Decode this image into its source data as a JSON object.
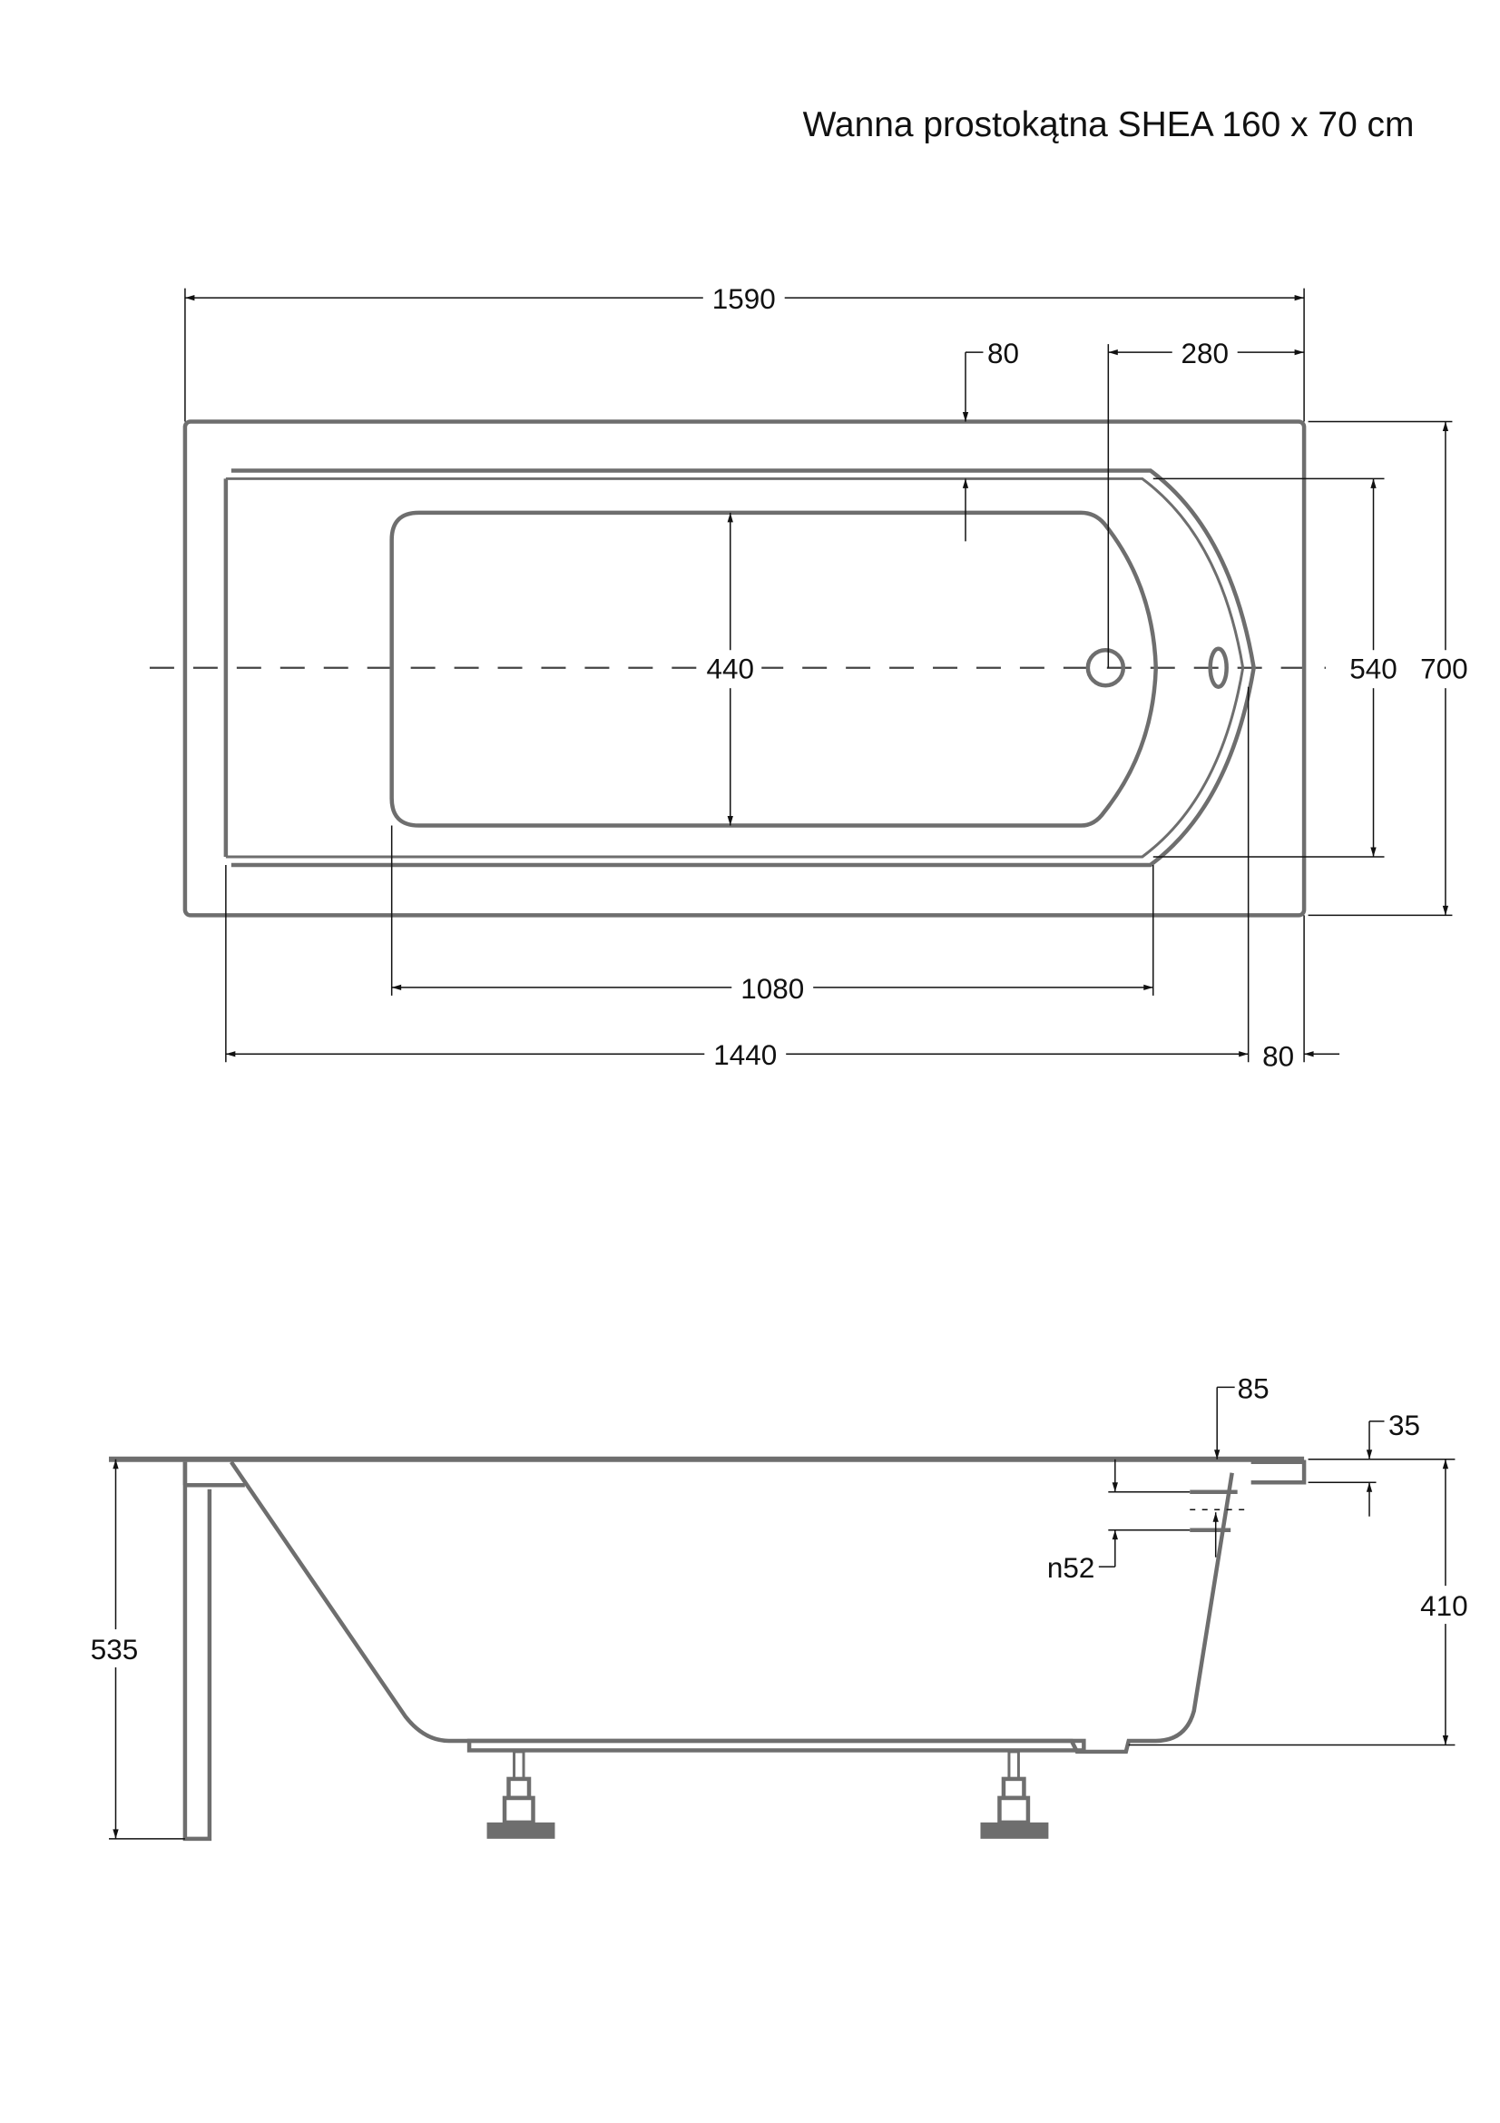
{
  "title": "Wanna prostokątna SHEA 160 x 70 cm",
  "top_view": {
    "overall_length": "1590",
    "drain_offset": "280",
    "rim_width": "80",
    "inner_bottom_width": "440",
    "inner_width": "540",
    "overall_width": "700",
    "bottom_length": "1080",
    "inner_length": "1440",
    "end_rim": "80"
  },
  "side_view": {
    "total_height": "535",
    "tub_depth": "410",
    "rim_offset": "85",
    "rim_thickness": "35",
    "overflow": "n52"
  },
  "colors": {
    "outline": "#6e6e6e",
    "dimension": "#111111"
  }
}
